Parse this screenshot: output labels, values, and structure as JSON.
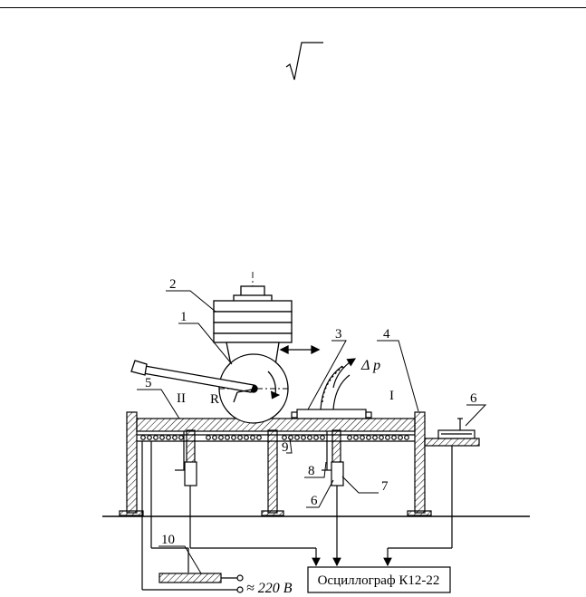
{
  "formula": {
    "radical_sign": "√"
  },
  "figure": {
    "labels": {
      "n1": "1",
      "n2": "2",
      "n3": "3",
      "n4": "4",
      "n5": "5",
      "n6_right": "6",
      "n6_lower": "6",
      "n7": "7",
      "n8": "8",
      "n9": "9",
      "n10": "10"
    },
    "zone_I": "I",
    "zone_II": "II",
    "radius_label": "R",
    "delta_p": "Δ p",
    "power_supply": "≈ 220 B",
    "oscillograph": "Осциллограф К12-22"
  }
}
